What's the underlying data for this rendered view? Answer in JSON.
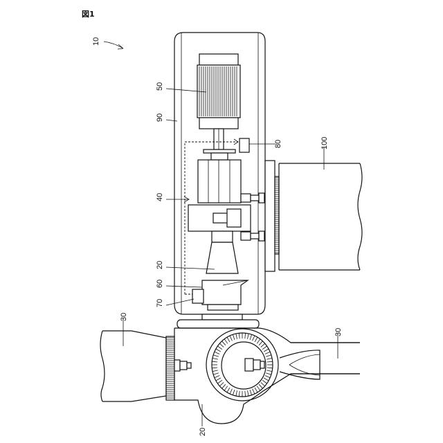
{
  "figure": {
    "title": "図1",
    "labels": {
      "assembly": "10",
      "motor": "50",
      "housing": "90",
      "sensor": "80",
      "workpiece": "100",
      "gear_unit": "40",
      "reducer": "20",
      "coupling": "60",
      "base": "70",
      "arm_left": "30",
      "arm_right": "30",
      "joint": "20"
    }
  },
  "colors": {
    "line": "#111111",
    "background": "#ffffff"
  }
}
